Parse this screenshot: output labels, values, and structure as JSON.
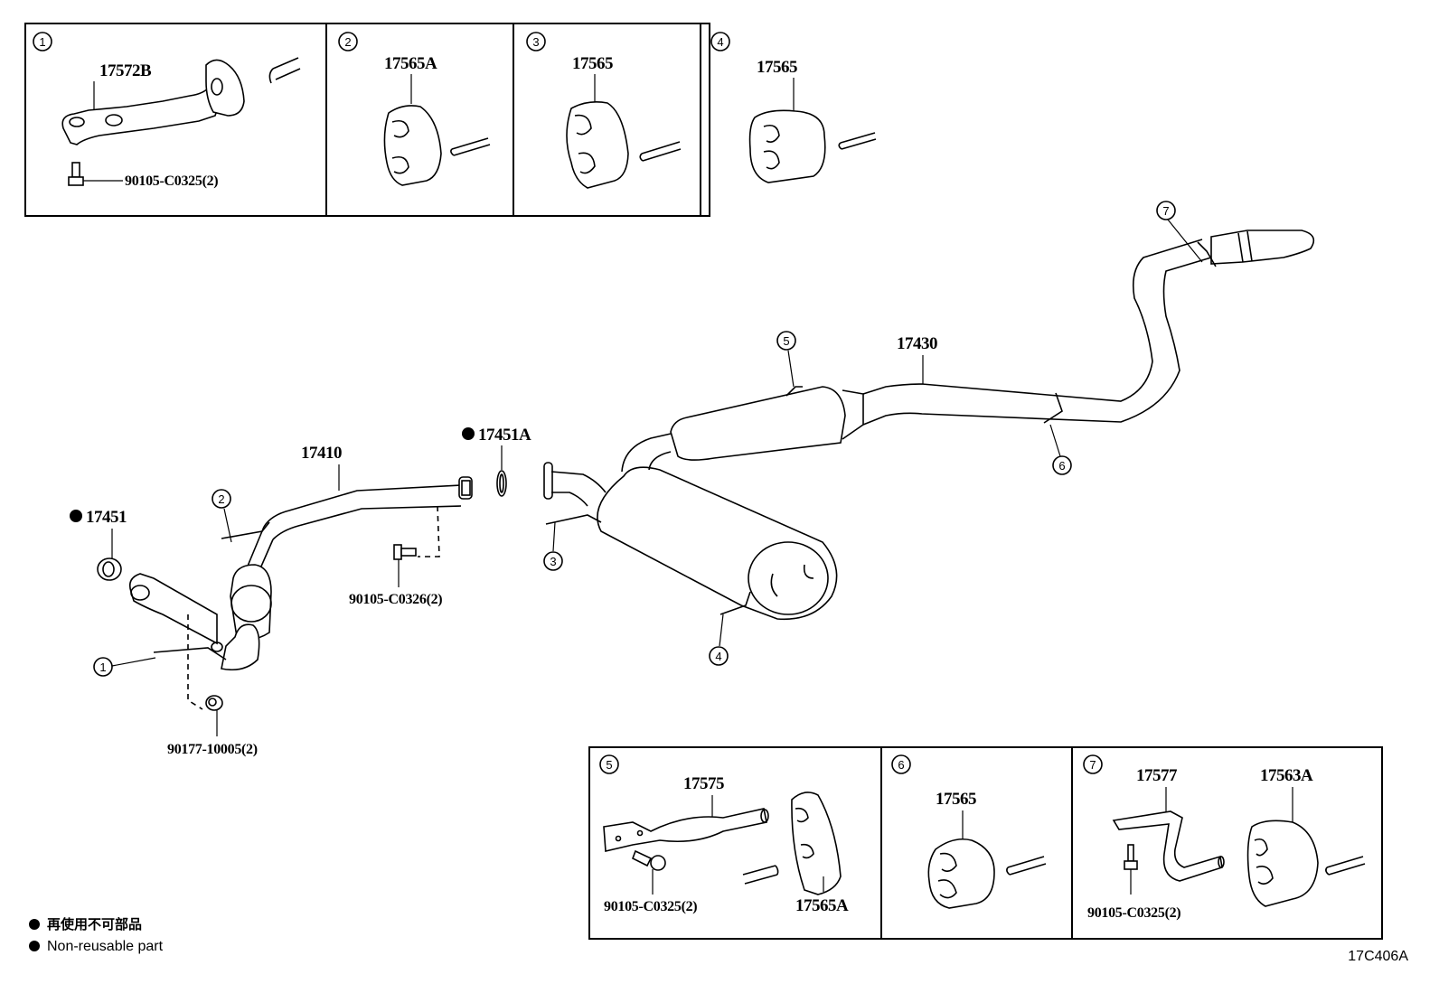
{
  "diagram": {
    "title_code": "17C406A",
    "legend": [
      {
        "symbol": "filled-circle",
        "text": "再使用不可部品"
      },
      {
        "symbol": "filled-circle",
        "text": "Non-reusable part"
      }
    ],
    "detail_boxes": [
      {
        "ref": "1",
        "parts": [
          "17572B",
          "90105-C0325(2)"
        ]
      },
      {
        "ref": "2",
        "parts": [
          "17565A"
        ]
      },
      {
        "ref": "3",
        "parts": [
          "17565"
        ]
      },
      {
        "ref": "4",
        "parts": [
          "17565"
        ]
      },
      {
        "ref": "5",
        "parts": [
          "17575",
          "90105-C0325(2)",
          "17565A"
        ]
      },
      {
        "ref": "6",
        "parts": [
          "17565"
        ]
      },
      {
        "ref": "7",
        "parts": [
          "17577",
          "17563A",
          "90105-C0325(2)"
        ]
      }
    ],
    "main_parts": [
      {
        "number": "17451",
        "non_reusable": true
      },
      {
        "number": "17410",
        "non_reusable": false
      },
      {
        "number": "17451A",
        "non_reusable": true
      },
      {
        "number": "17430",
        "non_reusable": false
      },
      {
        "number": "90105-C0326(2)",
        "non_reusable": false
      },
      {
        "number": "90177-10005(2)",
        "non_reusable": false
      }
    ],
    "callouts": [
      "1",
      "2",
      "3",
      "4",
      "5",
      "6",
      "7"
    ]
  }
}
